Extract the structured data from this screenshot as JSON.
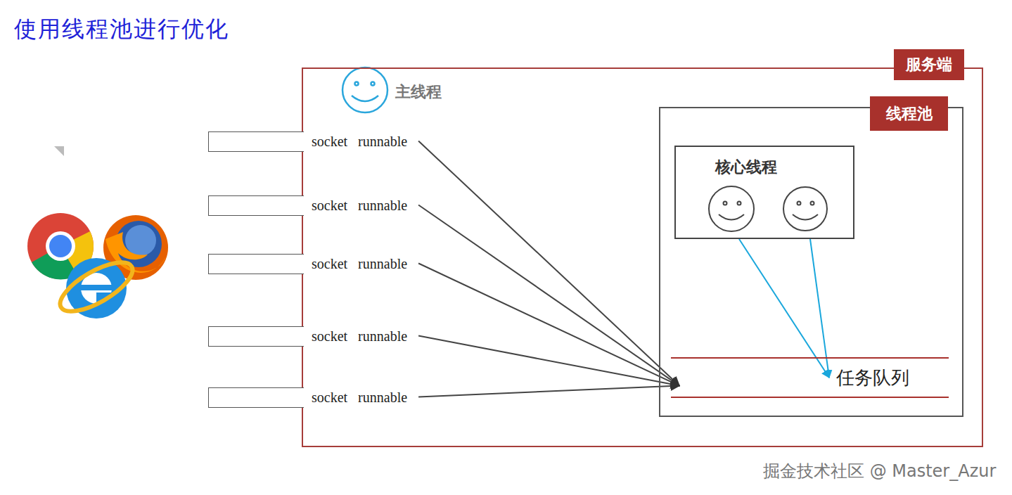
{
  "diagram": {
    "title": "使用线程池进行优化",
    "nodes": [
      {
        "text": [
          "服务端"
        ]
      },
      {
        "text": [
          "socket",
          "runnable"
        ],
        "in": 0
      },
      {
        "text": [
          "socket",
          "runnable"
        ],
        "in": 0
      },
      {
        "text": [
          "socket",
          "runnable"
        ],
        "in": 0
      },
      {
        "text": [
          "socket",
          "runnable"
        ],
        "in": 0
      },
      {
        "text": [
          "socket",
          "runnable"
        ],
        "in": 0
      },
      {
        "text": [
          "线程池"
        ],
        "in": 0
      },
      {
        "text": [
          "核心线程"
        ],
        "in": 6
      },
      {
        "text": [
          "任务队列"
        ],
        "in": 6
      }
    ],
    "edges": [
      {
        "from": 1,
        "to": 8,
        "arrow": "to"
      },
      {
        "from": 2,
        "to": 8,
        "arrow": "to"
      },
      {
        "from": 3,
        "to": 8,
        "arrow": "to"
      },
      {
        "from": 4,
        "to": 8,
        "arrow": "to"
      },
      {
        "from": 5,
        "to": 8,
        "arrow": "to"
      },
      {
        "from": 7,
        "to": 8,
        "arrow": "to"
      },
      {
        "from": 7,
        "to": 8,
        "arrow": "to"
      }
    ],
    "labels": [
      "主线程",
      "掘金技术社区 @ Master_Azur"
    ]
  }
}
